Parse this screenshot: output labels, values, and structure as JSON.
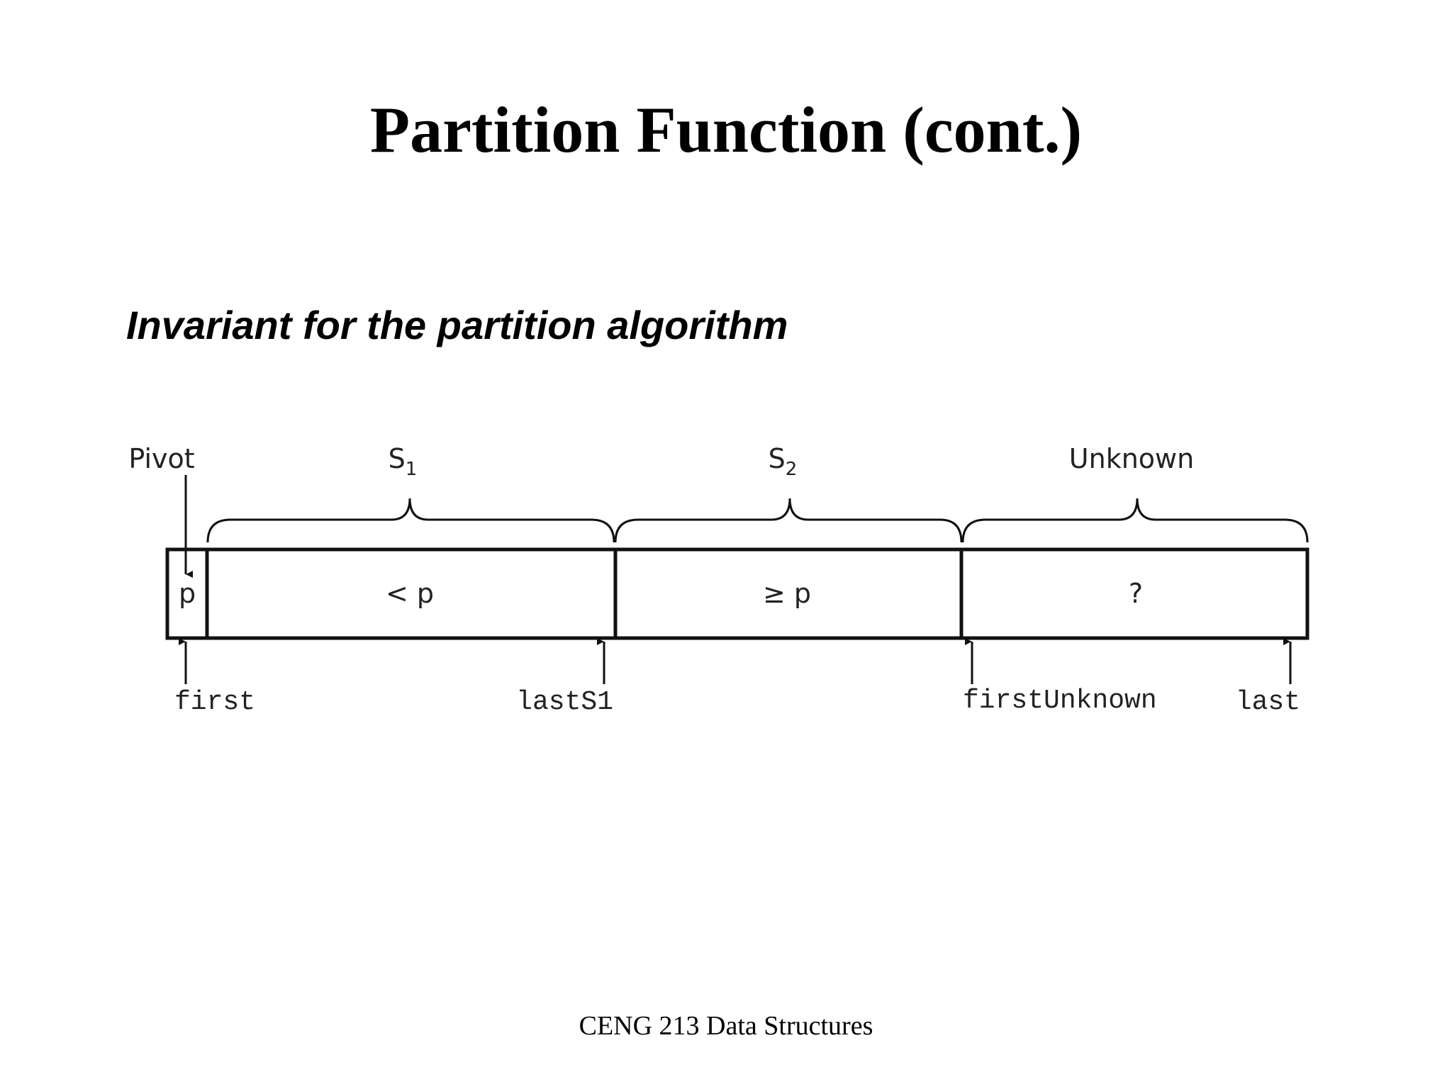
{
  "slide": {
    "title": "Partition Function (cont.)",
    "subtitle": "Invariant for the partition algorithm",
    "footer": "CENG 213 Data Structures"
  },
  "diagram": {
    "labels": {
      "pivot": "Pivot",
      "s1": "S",
      "s1_sub": "1",
      "s2": "S",
      "s2_sub": "2",
      "unknown": "Unknown"
    },
    "cells": {
      "pivot": "p",
      "s1": "< p",
      "s2": "≥ p",
      "unknown": "?"
    },
    "indices": {
      "first": "first",
      "lastS1": "lastS1",
      "firstUnknown": "firstUnknown",
      "last": "last"
    }
  }
}
